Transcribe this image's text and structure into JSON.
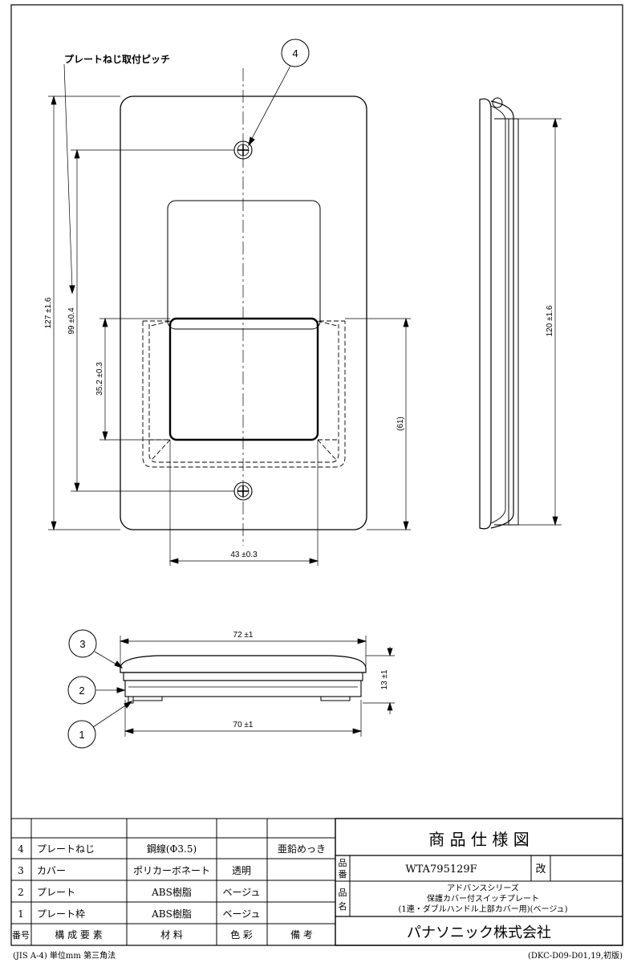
{
  "dimensions": {
    "plate_screw_pitch_label": "プレートねじ取付ピッチ",
    "height_127": "127 ±1.6",
    "pitch_99": "99 ±0.4",
    "window_352": "35.2 ±0.3",
    "ref_61": "(61)",
    "width_43": "43 ±0.3",
    "side_height_120": "120 ±1.6",
    "width_72": "72 ±1",
    "width_70": "70 ±1",
    "thickness_13": "13 ±1"
  },
  "balloons": {
    "b1": "1",
    "b2": "2",
    "b3": "3",
    "b4": "4"
  },
  "parts_table": {
    "rows": [
      {
        "no": "4",
        "name": "プレートねじ",
        "material": "鋼線(Φ3.5)",
        "color": "",
        "remarks": "亜鉛めっき"
      },
      {
        "no": "3",
        "name": "カバー",
        "material": "ポリカーボネート",
        "color": "透明",
        "remarks": ""
      },
      {
        "no": "2",
        "name": "プレート",
        "material": "ABS樹脂",
        "color": "ベージュ",
        "remarks": ""
      },
      {
        "no": "1",
        "name": "プレート枠",
        "material": "ABS樹脂",
        "color": "ベージュ",
        "remarks": ""
      }
    ],
    "header": {
      "no": "番号",
      "name": "構 成 要 素",
      "material": "材 料",
      "color": "色 彩",
      "remarks": "備 考"
    }
  },
  "title_block": {
    "title": "商 品 仕 様 図",
    "hinban_label_1": "品",
    "hinban_label_2": "番",
    "hinmei_label_1": "品",
    "hinmei_label_2": "名",
    "part_number": "WTA795129F",
    "revision_label": "改",
    "product_name_line1": "アドバンスシリーズ",
    "product_name_line2": "保護カバー付スイッチプレート",
    "product_name_line3": "(1連・ダブルハンドル上部カバー用)(ベージュ)",
    "company": "パナソニック株式会社"
  },
  "footer": {
    "left": "(JIS A-4)  単位mm  第三角法",
    "right": "(DKC-D09-D01,19,初版)"
  }
}
